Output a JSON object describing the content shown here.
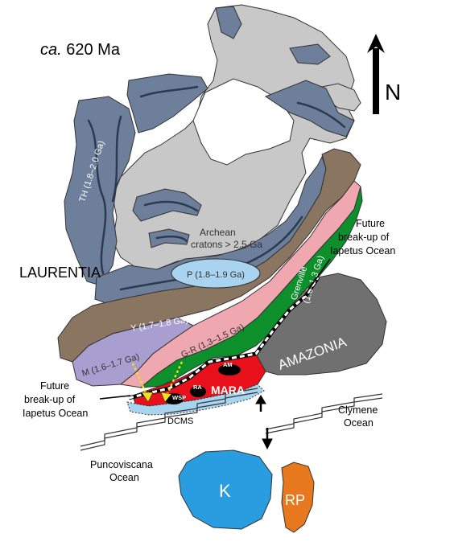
{
  "title": "ca. 620 Ma",
  "title_italic": "ca.",
  "title_rest": " 620 Ma",
  "north_label": "N",
  "labels": {
    "laurentia": "LAURENTIA",
    "th": "TH (1.8–2.0 Ga)",
    "archean_1": "Archean",
    "archean_2": "cratons > 2.5 Ga",
    "p": "P (1.8–1.9 Ga)",
    "y": "Y (1.7–1.8 Ga)",
    "gr": "G-R (1.3–1.5 Ga)",
    "m": "M (1.6–1.7 Ga)",
    "grenville_1": "Grenville",
    "grenville_2": "(1.0–1.3 Ga)",
    "amazonia": "AMAZONIA",
    "mara": "MARA",
    "am": "AM",
    "ra": "RA",
    "wsp": "WSP",
    "dcms": "DCMS",
    "future_right_1": "Future",
    "future_right_2": "break-up of",
    "future_right_3": "Iapetus Ocean",
    "future_left_1": "Future",
    "future_left_2": "break-up of",
    "future_left_3": "Iapetus Ocean",
    "clymene_1": "Clymene",
    "clymene_2": "Ocean",
    "puncoviscana_1": "Puncoviscana",
    "puncoviscana_2": "Ocean",
    "k": "K",
    "rp": "RP"
  },
  "colors": {
    "archean": "#c8c8c8",
    "proterozoic_belt": "#6d7f9a",
    "grenville": "#0d8f2c",
    "gr": "#f0a8b0",
    "y": "#8a7560",
    "m": "#a89fd0",
    "p": "#a8d4f0",
    "amazonia": "#707070",
    "mara": "#e8101a",
    "dcms": "#a8d4f0",
    "k": "#2a9de0",
    "rp": "#e8781e",
    "dotted_arrows": "#f0e020"
  }
}
